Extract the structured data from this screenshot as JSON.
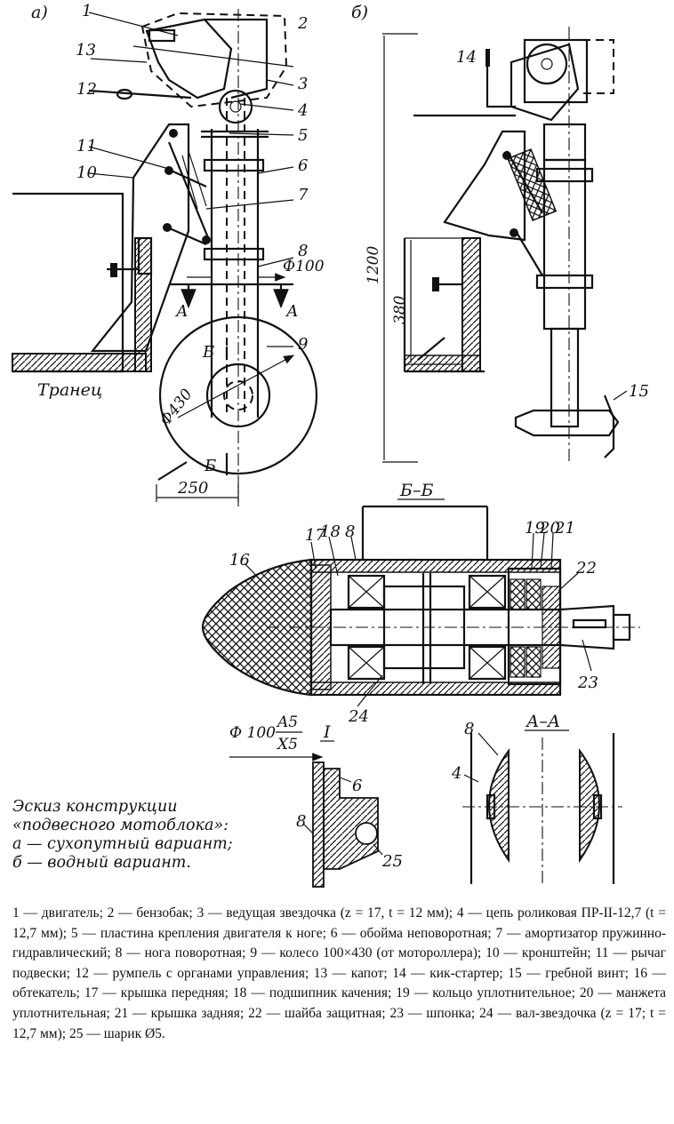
{
  "views": {
    "a": "а)",
    "b": "б)",
    "section_bb": "Б–Б",
    "section_aa": "А–А",
    "detail_i": "I"
  },
  "labels": {
    "transom": "Транец",
    "n1": "1",
    "n2": "2",
    "n3": "3",
    "n4": "4",
    "n5": "5",
    "n6": "6",
    "n7": "7",
    "n8": "8",
    "n9": "9",
    "n10": "10",
    "n11": "11",
    "n12": "12",
    "n13": "13",
    "n14": "14",
    "n15": "15",
    "n16": "16",
    "n17": "17",
    "n18": "18",
    "n19": "19",
    "n20": "20",
    "n21": "21",
    "n22": "22",
    "n23": "23",
    "n24": "24",
    "n25": "25",
    "cut_a": "А",
    "cut_b": "Б"
  },
  "dimensions": {
    "d100": "Ф100",
    "d430": "Ф430",
    "w250": "250",
    "h1200": "1200",
    "h380": "380",
    "fit": "Ф 100",
    "fit_upper": "A5",
    "fit_lower": "X5"
  },
  "caption": {
    "line1": "Эскиз конструкции",
    "line2": "«подвесного мотоблока»:",
    "line3": "а — сухопутный вариант;",
    "line4": "б — водный вариант."
  },
  "legend": "1 — двигатель; 2 — бензобак; 3 — ведущая звездочка (z = 17, t = 12 мм); 4 — цепь роликовая ПР-II-12,7 (t = 12,7 мм); 5 — пластина крепления двигателя к ноге; 6 — обойма неповоротная; 7 — амортизатор пружинно-гидравлический; 8 — нога поворотная; 9 — колесо 100×430 (от мотороллера); 10 — кронштейн; 11 — рычаг подвески; 12 — румпель с органами управления; 13 — капот; 14 — кик-стартер; 15 — гребной винт; 16 — обтекатель; 17 — крышка передняя; 18 — подшипник качения; 19 — кольцо уплотнительное; 20 — манжета уплотнительная; 21 — крышка задняя; 22 — шайба защитная; 23 — шпонка; 24 — вал-звездочка (z = 17; t = 12,7 мм); 25 — шарик Ø5."
}
